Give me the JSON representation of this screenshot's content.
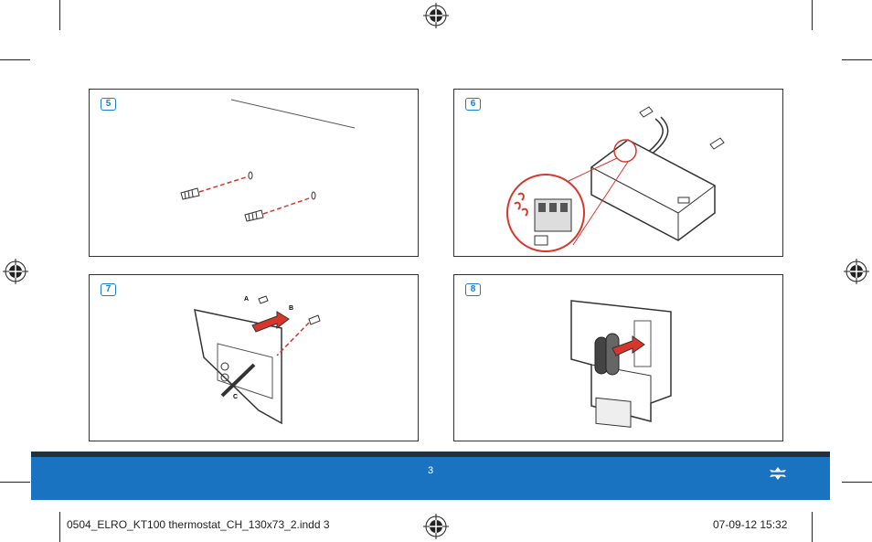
{
  "steps": [
    {
      "number": "5"
    },
    {
      "number": "6"
    },
    {
      "number": "7"
    },
    {
      "number": "8"
    }
  ],
  "labels": {
    "a": "A",
    "b": "B",
    "c": "C"
  },
  "footer": {
    "page_number": "3"
  },
  "slug": {
    "filename": "0504_ELRO_KT100 thermostat_CH_130x73_2.indd   3",
    "datetime": "07-09-12   15:32"
  },
  "colors": {
    "accent_blue": "#1a73c0",
    "step_blue": "#1a7fc8",
    "arrow_red": "#d9362b",
    "dark_bar": "#24303a"
  },
  "icons": [
    "registration-mark-icon",
    "wall-plug-icon",
    "screw-icon",
    "battery-icon",
    "elro-logo-icon"
  ]
}
